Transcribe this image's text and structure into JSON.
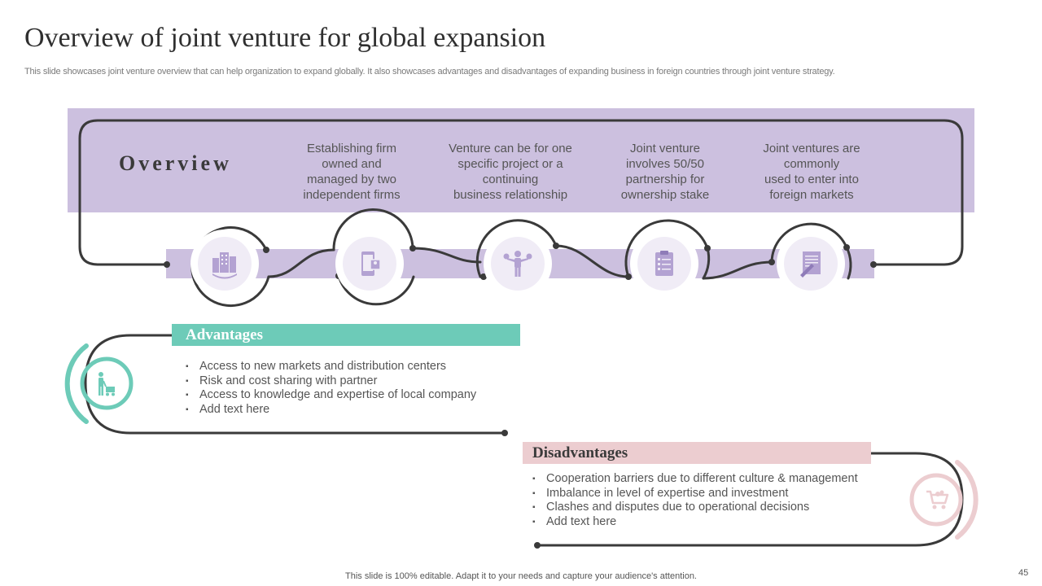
{
  "slide": {
    "title": "Overview of joint venture for global expansion",
    "subtitle": "This slide showcases joint venture overview that can help organization to expand globally. It also showcases advantages and disadvantages of expanding business in foreign countries through joint venture strategy.",
    "footer": "This slide is 100% editable. Adapt it to your needs and capture your audience's attention.",
    "page_number": "45"
  },
  "overview": {
    "label": "Overview",
    "items": [
      {
        "text": "Establishing firm\nowned and\nmanaged by two\nindependent firms",
        "icon": "city-buildings-icon"
      },
      {
        "text": "Venture can be for one\nspecific project or a\ncontinuing\nbusiness relationship",
        "icon": "mobile-document-icon"
      },
      {
        "text": "Joint venture\ninvolves 50/50\npartnership for\nownership stake",
        "icon": "person-balance-icon"
      },
      {
        "text": "Joint ventures  are\ncommonly\nused to enter into\nforeign markets",
        "icon": "checklist-clipboard-icon"
      },
      {
        "icon": "contract-pen-icon"
      }
    ]
  },
  "advantages": {
    "title": "Advantages",
    "icon": "person-cart-icon",
    "items": [
      "Access to new markets and distribution centers",
      "Risk and cost sharing with partner",
      "Access to knowledge and expertise of local company",
      "Add text here"
    ]
  },
  "disadvantages": {
    "title": "Disadvantages",
    "icon": "shopping-cart-icon",
    "items": [
      "Cooperation barriers due to different culture & management",
      "Imbalance in level of expertise and investment",
      "Clashes and disputes due to operational decisions",
      "Add text here"
    ]
  },
  "colors": {
    "lavender": "#ccc0df",
    "teal": "#6dcbb8",
    "pink": "#eccdd0",
    "line": "#3a3a3a",
    "icon_purple": "#b3a2d2"
  }
}
